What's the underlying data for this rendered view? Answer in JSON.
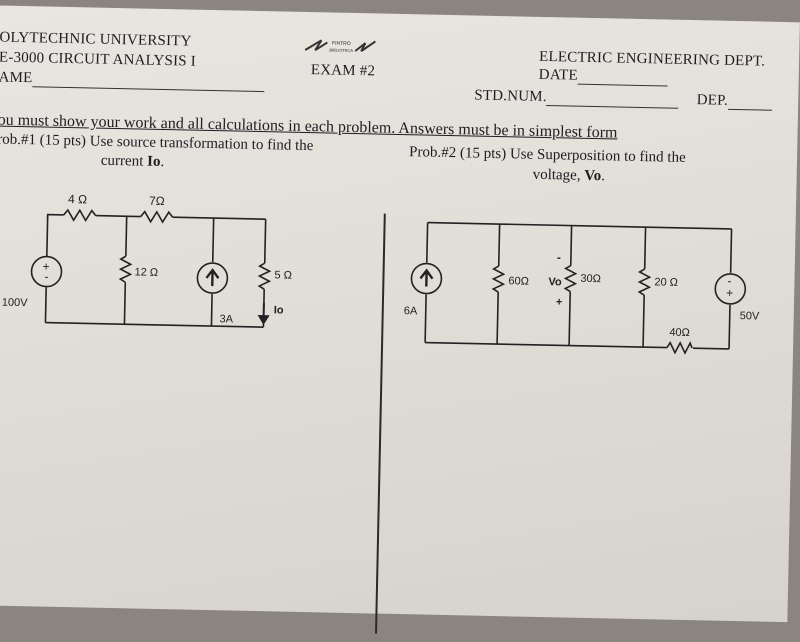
{
  "header": {
    "logo_top": "FINTRO",
    "logo_bottom": "BIBLIOTECA",
    "university": "OLYTECHNIC UNIVERSITY",
    "course": "E-3000 CIRCUIT ANALYSIS I",
    "name_label": "AME",
    "exam": "EXAM #2",
    "dept": "ELECTRIC ENGINEERING DEPT.",
    "date_label": "DATE",
    "stdnum_label": "STD.NUM.",
    "dep_label": "DEP."
  },
  "instructions": "ou must show your work and all calculations in each problem. Answers must be in simplest form",
  "problem1": {
    "line1": "rob.#1 (15 pts) Use source transformation  to find the",
    "line2_prefix": "current ",
    "line2_var": "Io",
    "line2_suffix": ".",
    "labels": {
      "r1": "4 Ω",
      "r2": "7Ω",
      "r3": "12 Ω",
      "r4": "5 Ω",
      "vsrc": "100V",
      "isrc": "3A",
      "io": "Io",
      "plus": "+",
      "minus": "-"
    }
  },
  "problem2": {
    "line1": "Prob.#2 (15 pts) Use Superposition to find  the",
    "line2_prefix": "voltage, ",
    "line2_var": "Vo",
    "line2_suffix": ".",
    "labels": {
      "isrc": "6A",
      "r1": "60Ω",
      "vo": "Vo",
      "r2": "30Ω",
      "r3": "20 Ω",
      "r4": "40Ω",
      "vsrc": "50V",
      "vo_minus": "-",
      "vo_plus": "+",
      "src_minus": "-",
      "src_plus": "+"
    }
  }
}
